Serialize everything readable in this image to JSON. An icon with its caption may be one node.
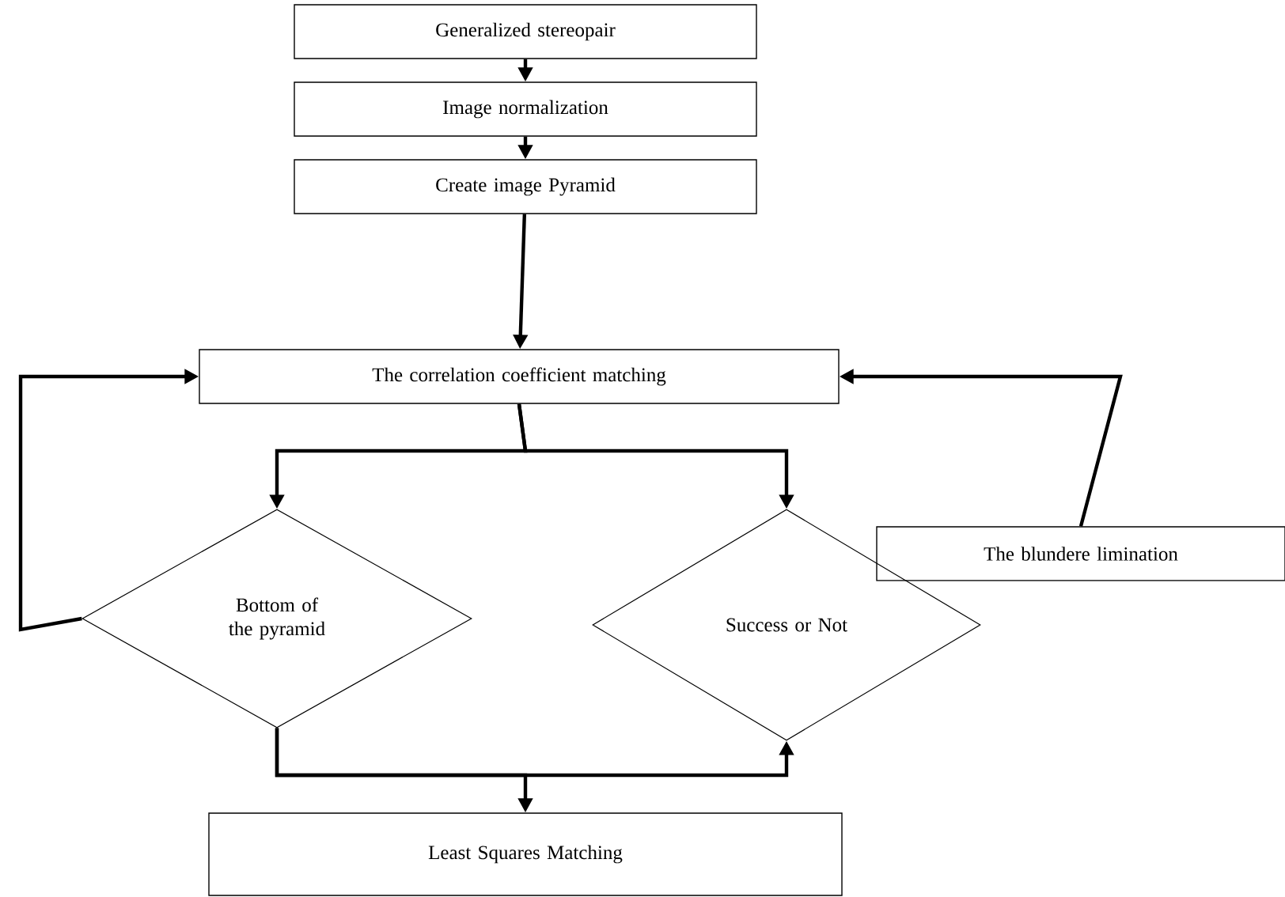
{
  "diagram": {
    "nodes": [
      {
        "text": [
          "Generalized stereopair"
        ]
      },
      {
        "text": [
          "Image normalization"
        ]
      },
      {
        "text": [
          "Create image Pyramid"
        ]
      },
      {
        "text": [
          "The correlation coefficient matching"
        ]
      },
      {
        "text": [
          "Bottom of the pyramid"
        ]
      },
      {
        "text": [
          "Success or Not"
        ]
      },
      {
        "text": [
          "The blundere limination"
        ]
      },
      {
        "text": [
          "Least Squares Matching"
        ]
      }
    ],
    "edges": [
      {
        "from": 0,
        "to": 1,
        "arrow": "to"
      },
      {
        "from": 1,
        "to": 2,
        "arrow": "to"
      },
      {
        "from": 2,
        "to": 3,
        "arrow": "to"
      },
      {
        "from": 3,
        "to": 4,
        "arrow": "to"
      },
      {
        "from": 3,
        "to": 5,
        "arrow": "to"
      },
      {
        "from": 4,
        "to": 3,
        "arrow": "to"
      },
      {
        "from": 6,
        "to": 3,
        "arrow": "to"
      },
      {
        "from": 4,
        "to": 5,
        "arrow": "to"
      },
      {
        "from": 4,
        "to": 7,
        "arrow": "to"
      }
    ]
  }
}
